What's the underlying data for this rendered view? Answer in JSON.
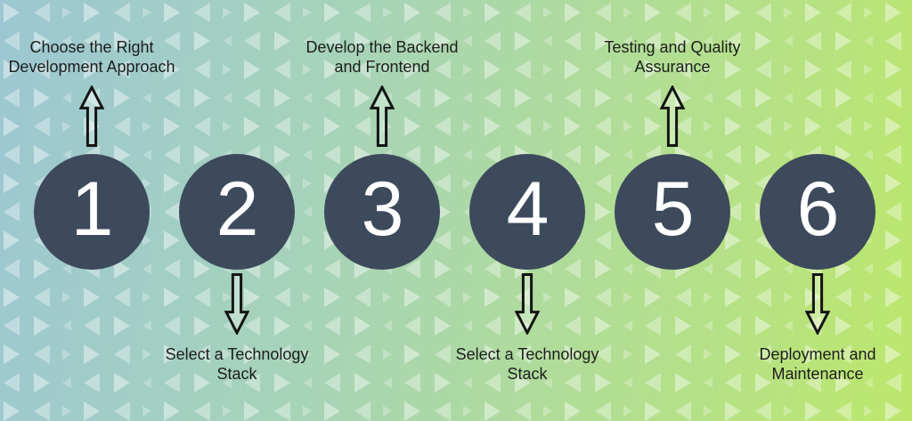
{
  "infographic": {
    "steps": [
      {
        "number": "1",
        "label": "Choose the Right Development Approach",
        "label_lines": [
          "Choose the Right",
          "Development Approach"
        ],
        "arrow_direction": "up"
      },
      {
        "number": "2",
        "label": "Select a Technology Stack",
        "label_lines": [
          "Select a Technology",
          "Stack"
        ],
        "arrow_direction": "down"
      },
      {
        "number": "3",
        "label": "Develop the Backend and Frontend",
        "label_lines": [
          "Develop the Backend",
          "and Frontend"
        ],
        "arrow_direction": "up"
      },
      {
        "number": "4",
        "label": "Select a Technology Stack",
        "label_lines": [
          "Select a Technology",
          "Stack"
        ],
        "arrow_direction": "down"
      },
      {
        "number": "5",
        "label": "Testing and Quality Assurance",
        "label_lines": [
          "Testing and Quality",
          "Assurance"
        ],
        "arrow_direction": "up"
      },
      {
        "number": "6",
        "label": "Deployment and Maintenance",
        "label_lines": [
          "Deployment and",
          "Maintenance"
        ],
        "arrow_direction": "down"
      }
    ]
  },
  "colors": {
    "bg_left": "#9cc7d3",
    "bg_mid1": "#a6d2bb",
    "bg_mid2": "#b1dd96",
    "bg_right": "#bce76c",
    "circle": "#3d4a5c",
    "number": "#ffffff",
    "label": "#1d1d1d",
    "arrow": "#141414"
  }
}
